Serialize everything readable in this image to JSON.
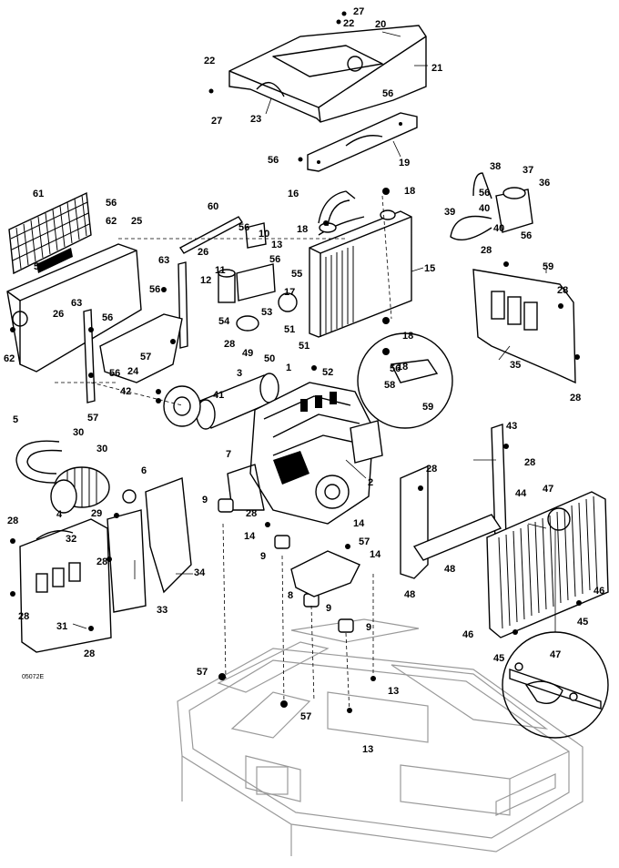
{
  "diagram": {
    "drawing_code": "05072E",
    "callouts": [
      "27",
      "22",
      "20",
      "21",
      "22",
      "27",
      "23",
      "56",
      "19",
      "56",
      "18",
      "16",
      "18",
      "15",
      "18",
      "18",
      "61",
      "56",
      "62",
      "25",
      "56",
      "60",
      "56",
      "10",
      "13",
      "63",
      "26",
      "12",
      "11",
      "56",
      "55",
      "17",
      "54",
      "53",
      "28",
      "49",
      "51",
      "50",
      "51",
      "52",
      "56",
      "63",
      "26",
      "56",
      "57",
      "24",
      "62",
      "56",
      "42",
      "3",
      "1",
      "41",
      "57",
      "56",
      "58",
      "59",
      "38",
      "37",
      "36",
      "56",
      "40",
      "40",
      "56",
      "39",
      "28",
      "59",
      "28",
      "35",
      "28",
      "5",
      "30",
      "30",
      "7",
      "2",
      "28",
      "4",
      "6",
      "9",
      "28",
      "14",
      "14",
      "57",
      "9",
      "14",
      "8",
      "9",
      "9",
      "29",
      "32",
      "28",
      "34",
      "28",
      "33",
      "31",
      "28",
      "28",
      "43",
      "28",
      "47",
      "44",
      "48",
      "48",
      "46",
      "46",
      "45",
      "45",
      "47",
      "57",
      "57",
      "13",
      "13"
    ]
  }
}
